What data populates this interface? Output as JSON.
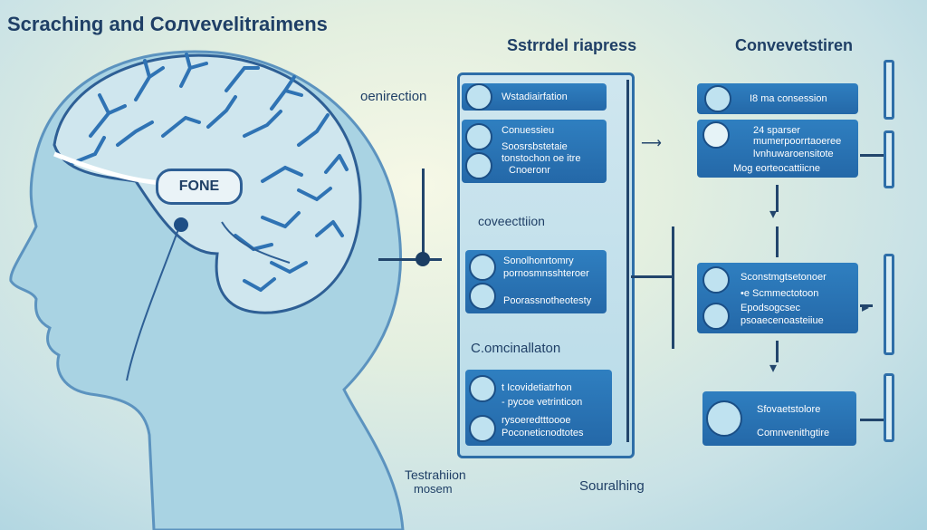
{
  "title": "Scraching and Coлvevelitraimens",
  "head_label": "FONE",
  "left_label": "oenirection",
  "columns": {
    "middle_title": "Sstrrdel riapress",
    "right_title": "Convevetstiren"
  },
  "middle": {
    "group1": [
      "Wstadiairfation",
      "Conuessieu",
      "Soosrsbstetaie",
      "tonstochon oe itre",
      "Cnoeronr"
    ],
    "group2_label": "coveecttiion",
    "group3": [
      "Sonolhonrtomry",
      "pornosmnsshteroer",
      "Poorassnotheotesty"
    ],
    "group4_label": "C.omcinallaton",
    "group5": [
      "t Icovidetiatrhon",
      "- pycoe vetrinticon",
      "rysoeredtttoooe",
      "Poconeticnodtotes"
    ],
    "bottom_left": [
      "Testrahiion",
      "mosem"
    ],
    "bottom_right": "Souralhing"
  },
  "right": {
    "box1": "I8 ma consession",
    "box2": [
      "24 sparser",
      "mumerpoorrtaoeree",
      "lvnhuwaroensitote",
      "Mog eorteocattiicne"
    ],
    "box3": [
      "Sconstmgtsetonoer",
      "•e Scmmectotoon",
      "Epodsogcsec",
      "psoaecenoasteiiue"
    ],
    "box4": [
      "Sfovaetstolore",
      "Comnvenithgtire"
    ]
  },
  "colors": {
    "accent": "#2f7fc0",
    "dark": "#1f3f66",
    "head": "#a9d3e3"
  }
}
